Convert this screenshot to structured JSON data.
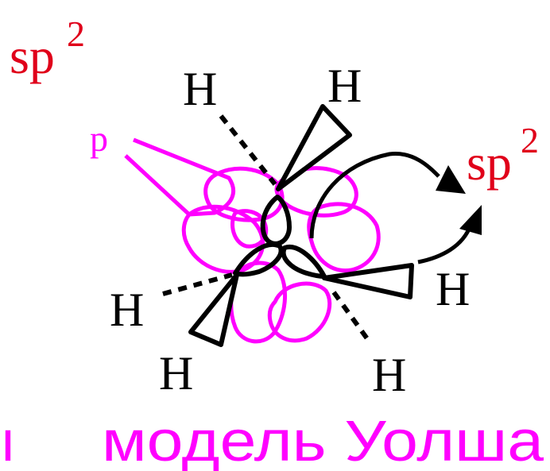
{
  "labels": {
    "sp2_top_left": "sp",
    "sp2_top_left_sup": "2",
    "sp2_right": "sp",
    "sp2_right_sup": "2",
    "p_orbital": "p",
    "h_top_left": "H",
    "h_top_right": "H",
    "h_right": "H",
    "h_bottom_right": "H",
    "h_left": "H",
    "h_bottom_left": "H"
  },
  "caption": {
    "prefix": "ı",
    "text": "модель Уолша"
  },
  "colors": {
    "sp2_label": "#e0001a",
    "orbital": "#ff00ff",
    "bonds": "#000000"
  }
}
